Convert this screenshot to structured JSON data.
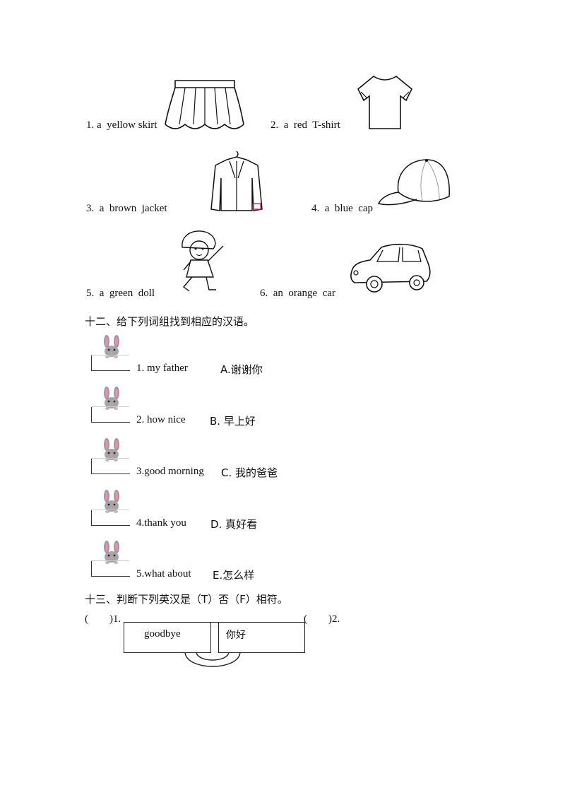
{
  "items": [
    {
      "label": "1. a  yellow skirt",
      "icon": "skirt-icon"
    },
    {
      "label": "2.  a  red  T-shirt",
      "icon": "tshirt-icon"
    },
    {
      "label": "3.  a  brown  jacket",
      "icon": "jacket-icon"
    },
    {
      "label": "4.  a  blue  cap",
      "icon": "cap-icon"
    },
    {
      "label": "5.  a  green  doll",
      "icon": "doll-icon"
    },
    {
      "label": "6.  an  orange  car",
      "icon": "car-icon"
    }
  ],
  "section12": {
    "heading": "十二、给下列词组找到相应的汉语。",
    "pairs": [
      {
        "english": "1. my father",
        "chinese": "A.谢谢你"
      },
      {
        "english": "2. how nice",
        "chinese": "B. 早上好"
      },
      {
        "english": "3.good morning",
        "chinese": "C. 我的爸爸"
      },
      {
        "english": "4.thank you",
        "chinese": "D. 真好看"
      },
      {
        "english": "5.what about",
        "chinese": "E.怎么样"
      }
    ]
  },
  "section13": {
    "heading": "十三、判断下列英汉是（T）否（F）相符。",
    "q1_prefix": "(        )1.",
    "q2_prefix": "(        )2.",
    "box1": "goodbye",
    "box2": "你好"
  }
}
